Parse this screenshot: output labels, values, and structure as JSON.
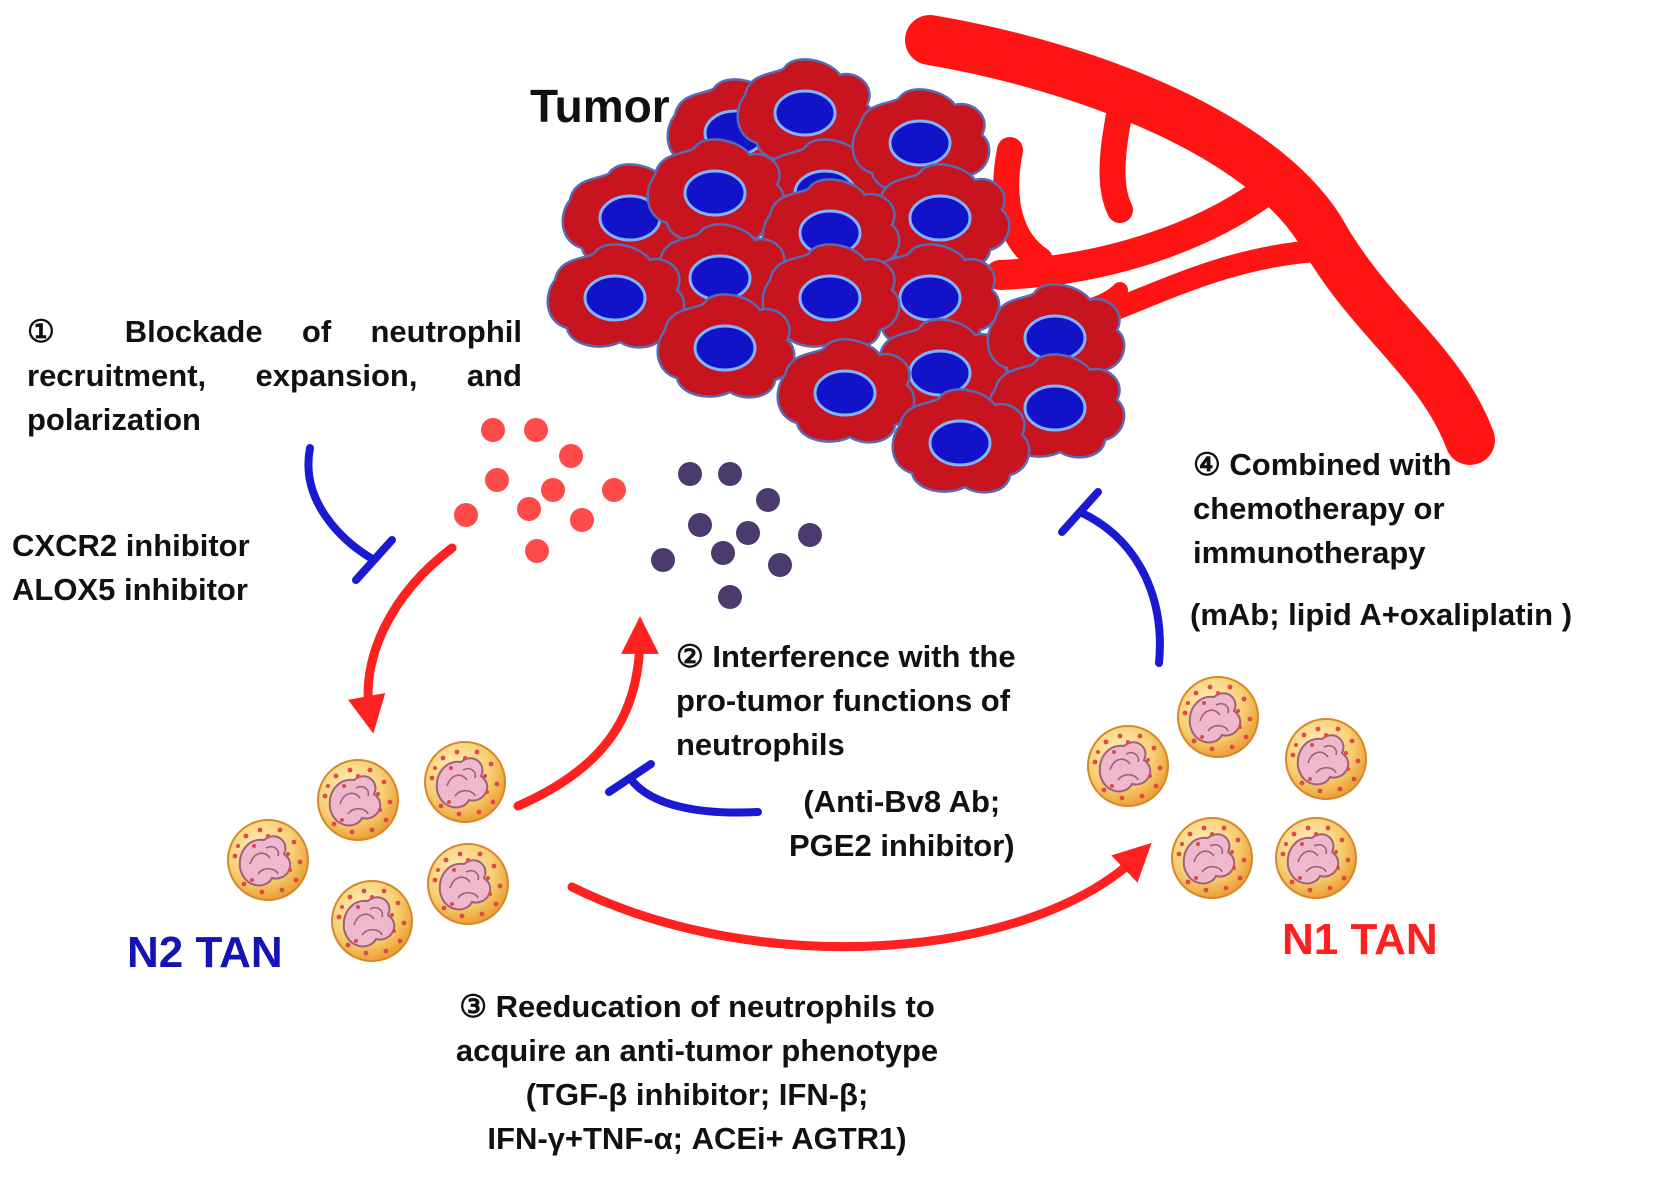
{
  "tumor_label": "Tumor",
  "strategy1": {
    "lines": [
      "① Blockade of neutrophil",
      "recruitment, expansion, and",
      "polarization"
    ],
    "agents": [
      "CXCR2 inhibitor",
      "ALOX5 inhibitor"
    ]
  },
  "strategy2": {
    "lines": [
      "② Interference with the",
      "pro-tumor functions of",
      "neutrophils"
    ],
    "agents": [
      "(Anti-Bv8 Ab;",
      "PGE2 inhibitor)"
    ]
  },
  "strategy3": {
    "lines": [
      "③ Reeducation of neutrophils to",
      "acquire an anti-tumor phenotype"
    ],
    "agents": [
      "(TGF-β inhibitor; IFN-β;",
      "IFN-γ+TNF-α; ACEi+ AGTR1)"
    ]
  },
  "strategy4": {
    "lines": [
      "④ Combined with",
      "chemotherapy or",
      "immunotherapy"
    ],
    "agents": [
      "(mAb; lipid A+oxaliplatin )"
    ]
  },
  "n2_label": "N2 TAN",
  "n1_label": "N1 TAN",
  "colors": {
    "tumor_cell": "#c8141e",
    "nucleus": "#1212c8",
    "vessel": "#ff1414",
    "activation_arrow": "#ff2020",
    "inhibition": "#1a1ad2",
    "red_factor": "#ff4a4a",
    "purple_factor": "#4b3a6e",
    "neutrophil": "#f7bf52",
    "n2_text": "#1414b4",
    "n1_text": "#ff1f1f"
  }
}
